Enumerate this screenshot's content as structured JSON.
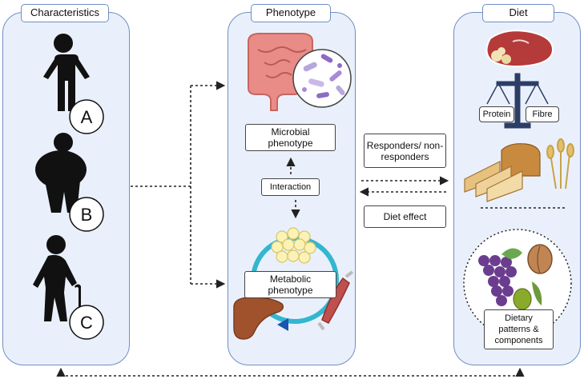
{
  "panels": {
    "characteristics": {
      "title": "Characteristics",
      "labels": [
        "A",
        "B",
        "C"
      ]
    },
    "phenotype": {
      "title": "Phenotype",
      "microbial": "Microbial phenotype",
      "interaction": "Interaction",
      "metabolic": "Metabolic phenotype"
    },
    "diet": {
      "title": "Diet",
      "scale_left": "Protein",
      "scale_right": "Fibre",
      "patterns": "Dietary patterns & components"
    }
  },
  "middle": {
    "responders": "Responders/ non-responders",
    "diet_effect": "Diet effect"
  },
  "colors": {
    "panel_fill": "#eaf0fb",
    "panel_border": "#6f8fc4",
    "cycle": "#33b6d0",
    "arrow_head": "#1a55b0"
  }
}
